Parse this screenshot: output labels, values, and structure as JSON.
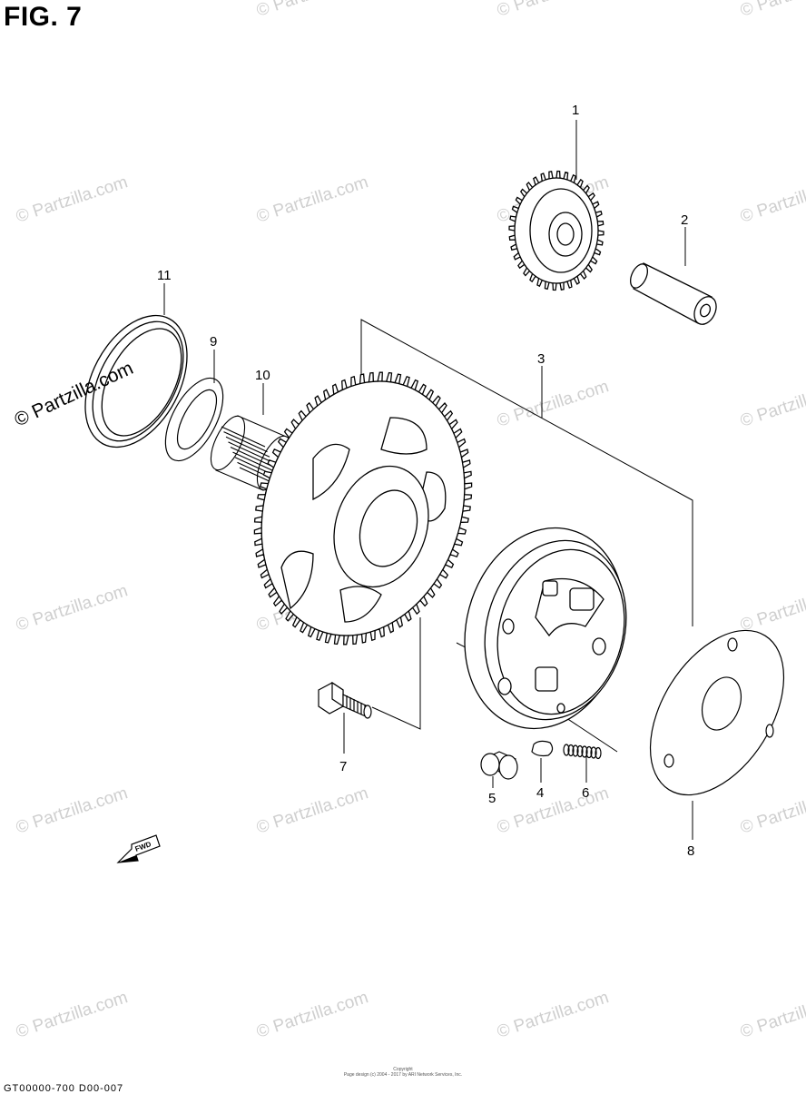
{
  "figure": {
    "title": "FIG. 7"
  },
  "callouts": [
    "1",
    "2",
    "3",
    "4",
    "5",
    "6",
    "7",
    "8",
    "9",
    "10",
    "11"
  ],
  "parts": {
    "fwd_arrow_label": "FWD"
  },
  "watermark": {
    "text": "© Partzilla.com",
    "prominent_text": "© Partzilla.com"
  },
  "footer": {
    "line1": "Copyright",
    "line2": "Page design (c) 2004 - 2017 by ARI Network Services, Inc.",
    "code": "GT00000-700 D00-007"
  }
}
